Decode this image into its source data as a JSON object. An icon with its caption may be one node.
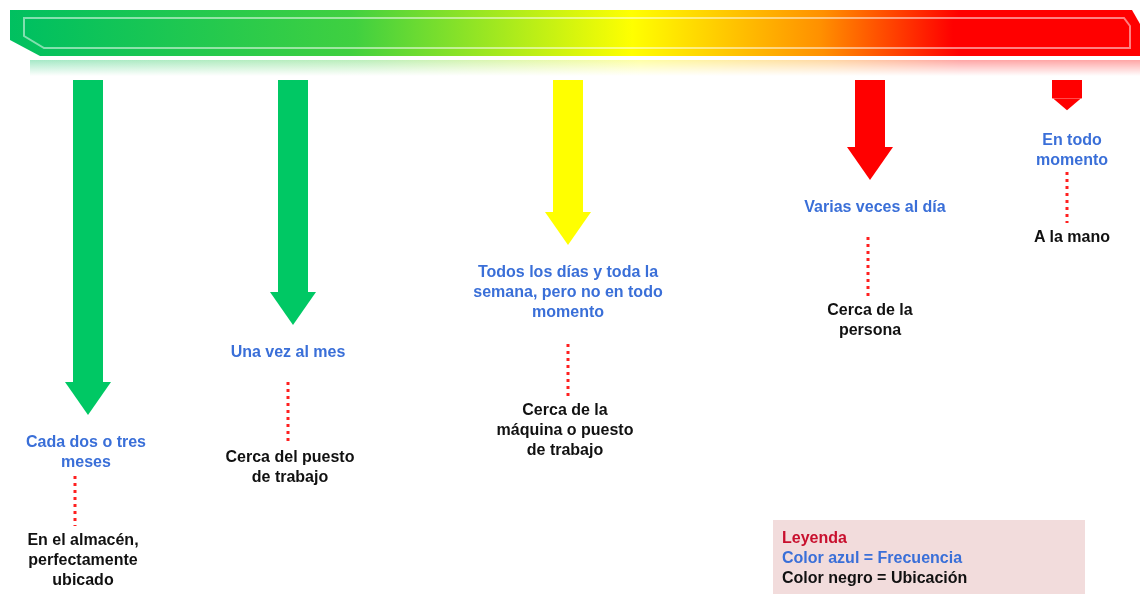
{
  "diagram": {
    "nodes": [
      {
        "text": [],
        "shape": "bar"
      },
      {
        "text": [
          "Cada dos o tres meses"
        ]
      },
      {
        "text": [
          "Una vez al mes"
        ]
      },
      {
        "text": [
          "Todos los días y toda la semana, pero no en todo momento"
        ]
      },
      {
        "text": [
          "Varias veces al día"
        ]
      },
      {
        "text": [
          "En todo momento"
        ]
      },
      {
        "text": [
          "En el almacén, perfectamente ubicado"
        ]
      },
      {
        "text": [
          "Cerca del puesto de trabajo"
        ]
      },
      {
        "text": [
          "Cerca de la máquina o puesto de trabajo"
        ]
      },
      {
        "text": [
          "Cerca de la persona"
        ]
      },
      {
        "text": [
          "A la mano"
        ]
      },
      {
        "text": [
          "Leyenda",
          "Color azul = Frecuencia",
          "Color negro = Ubicación"
        ]
      }
    ],
    "edges": [
      {
        "from": 0,
        "to": 1,
        "arrow": "to",
        "style": "thick",
        "color": "#00c864"
      },
      {
        "from": 0,
        "to": 2,
        "arrow": "to",
        "style": "thick",
        "color": "#00c864"
      },
      {
        "from": 0,
        "to": 3,
        "arrow": "to",
        "style": "thick",
        "color": "#ffff00"
      },
      {
        "from": 0,
        "to": 4,
        "arrow": "to",
        "style": "thick",
        "color": "#ff0000"
      },
      {
        "from": 0,
        "to": 5,
        "arrow": "to",
        "style": "thick",
        "color": "#ff0000"
      },
      {
        "from": 1,
        "to": 6,
        "arrow": "none",
        "style": "dashed"
      },
      {
        "from": 2,
        "to": 7,
        "arrow": "none",
        "style": "dashed"
      },
      {
        "from": 3,
        "to": 8,
        "arrow": "none",
        "style": "dashed"
      },
      {
        "from": 4,
        "to": 9,
        "arrow": "none",
        "style": "dashed"
      },
      {
        "from": 5,
        "to": 10,
        "arrow": "none",
        "style": "dashed"
      }
    ]
  }
}
